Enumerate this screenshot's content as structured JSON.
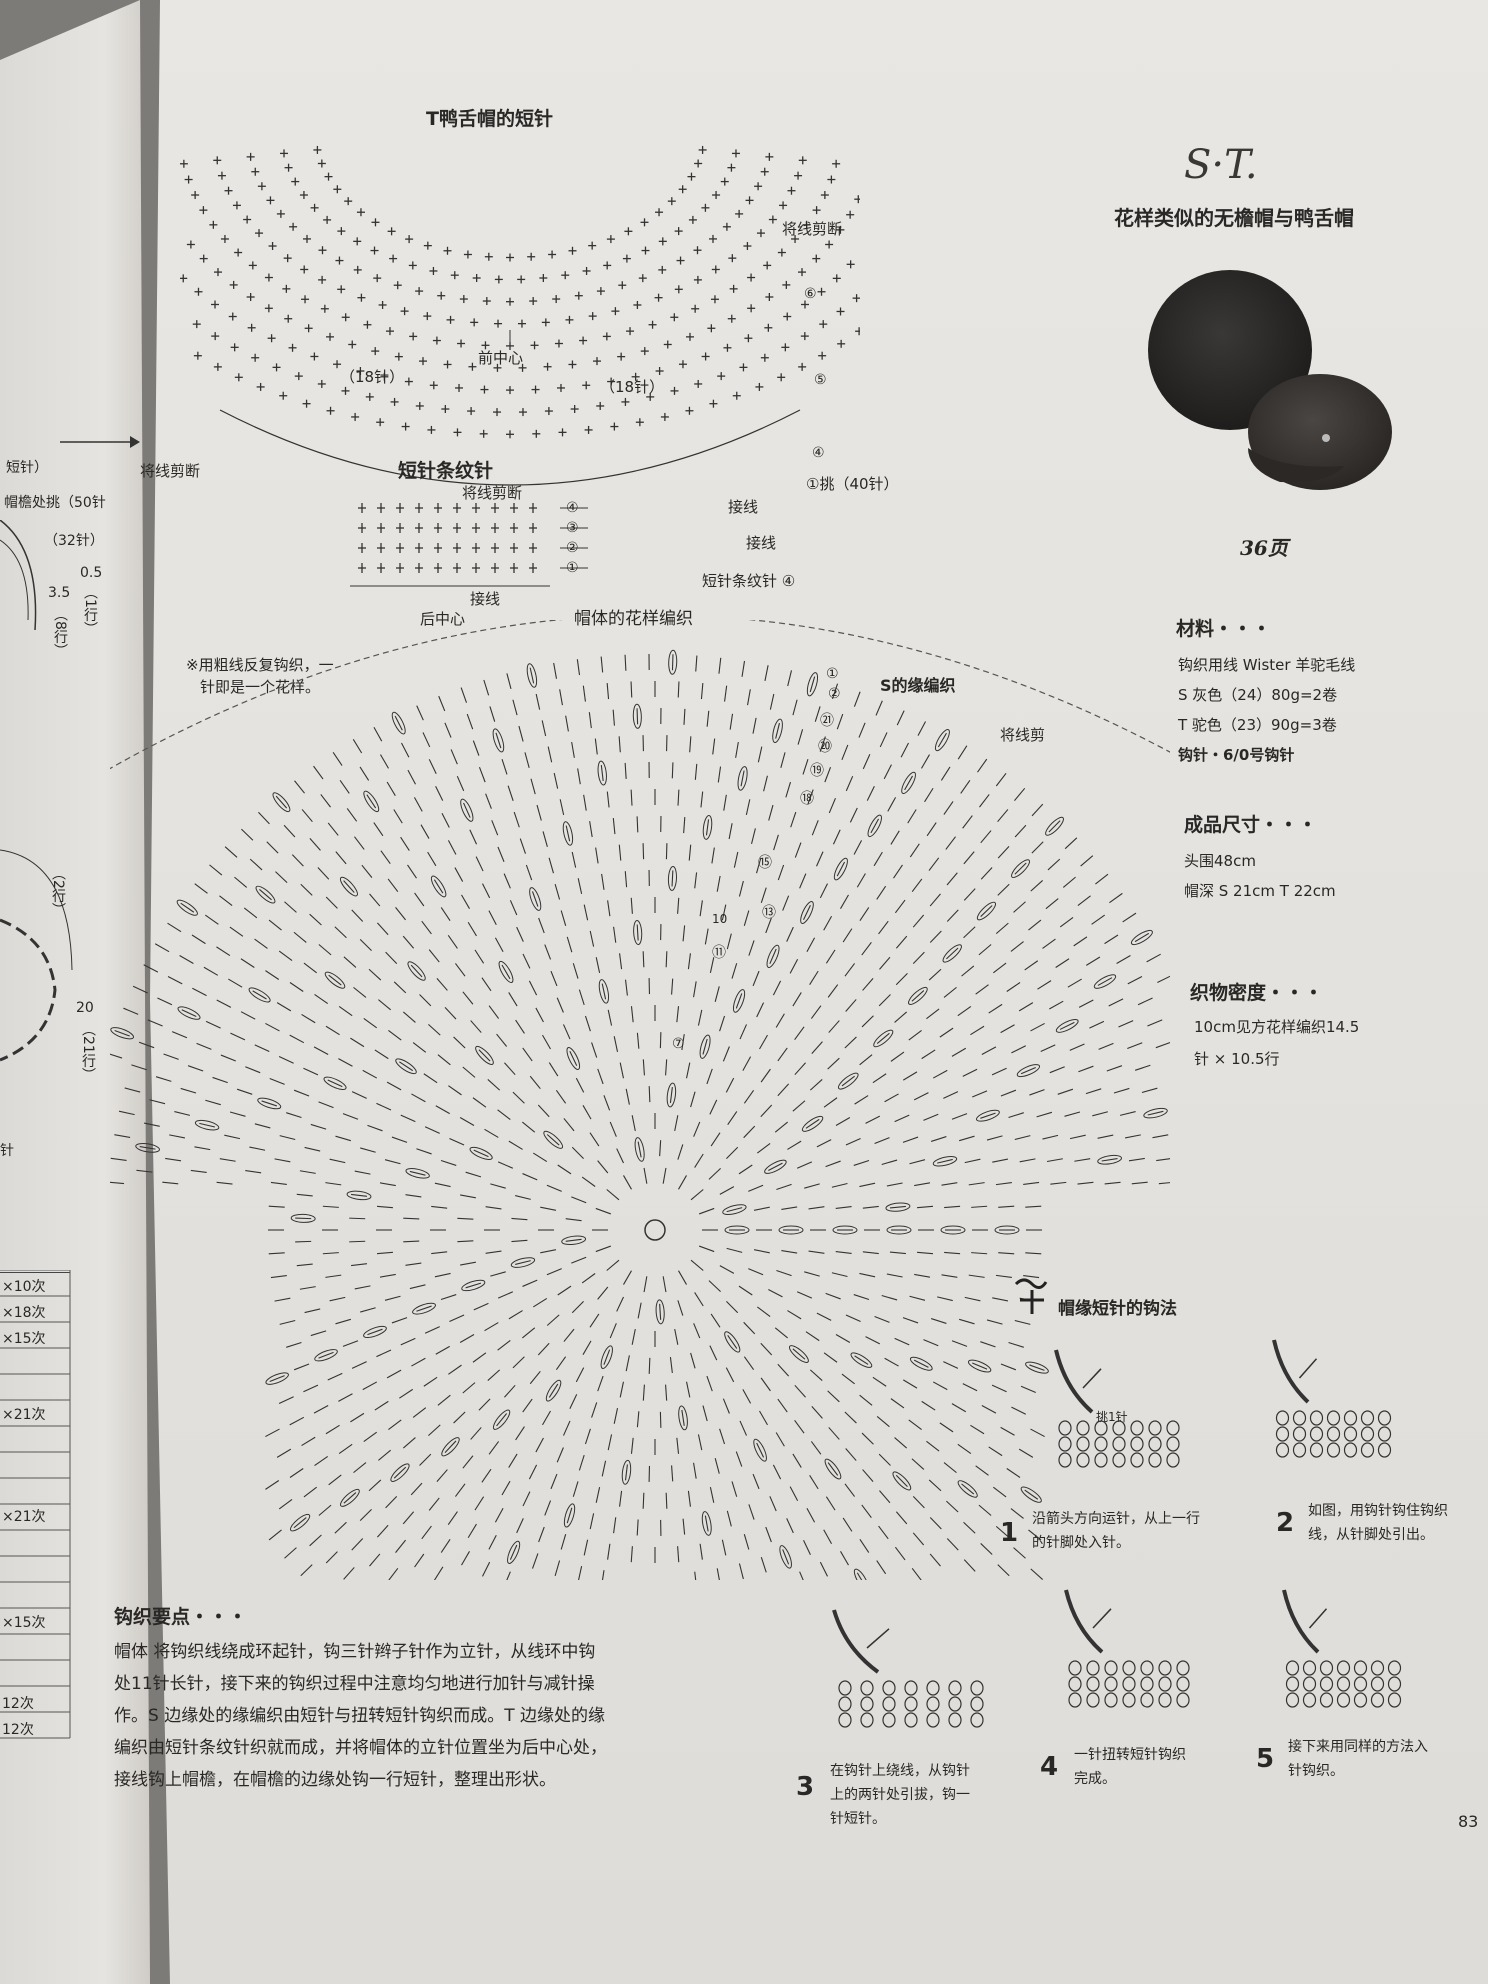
{
  "peak_diagram": {
    "title": "T鸭舌帽的短针",
    "cut_label_right": "将线剪断",
    "cut_label_left": "将线剪断",
    "front_center": "前中心",
    "count_left": "（18针）",
    "count_right": "（18针）",
    "pickup": "①挑（40针）",
    "join_1": "接线",
    "join_2": "接线",
    "stripe_ref": "短针条纹针 ④",
    "row_markers": [
      "⑥",
      "⑤",
      "④"
    ]
  },
  "stripe_diagram": {
    "title": "短针条纹针",
    "cut_label": "将线剪断",
    "join": "接线",
    "back_center": "后中心",
    "row_labels": [
      "④",
      "③",
      "②",
      "①"
    ]
  },
  "crown_diagram": {
    "title": "帽体的花样编织",
    "note_line1": "※用粗线反复钩织，一",
    "note_line2": "针即是一个花样。",
    "edge_label": "S的缘编织",
    "cut_label": "将线剪",
    "round_markers": [
      "①",
      "②",
      "㉑",
      "⑳",
      "⑲",
      "⑱",
      "⑮",
      "⑬",
      "⑪",
      "⑦"
    ],
    "ten_marker": "10"
  },
  "left_page": {
    "arrow_label": "短针）",
    "brim_label": "帽檐处挑（50针",
    "count_32": "（32针）",
    "dim_05": "0.5",
    "row_1": "（1行）",
    "dim_35": "3.5",
    "row_8": "（8行）",
    "row_2": "（2行）",
    "dim_20": "20",
    "row_21": "（21行）",
    "frag_zhen": "针",
    "table_rows": [
      "×10次",
      "×18次",
      "×15次",
      "",
      "×21次",
      "",
      "",
      "×21次",
      "",
      "",
      "×15次",
      "",
      "12次",
      "12次"
    ]
  },
  "header": {
    "logo": "S·T.",
    "subtitle": "花样类似的无檐帽与鸭舌帽",
    "page_ref": "36页"
  },
  "materials": {
    "heading": "材料・・・",
    "yarn": "钩织用线  Wister 羊驼毛线",
    "s_color": "S 灰色（24）80g=2卷",
    "t_color": "T 驼色（23）90g=3卷",
    "hook": "钩针・6/0号钩针"
  },
  "size": {
    "heading": "成品尺寸・・・",
    "head": "头围48cm",
    "depth": "帽深 S 21cm T 22cm"
  },
  "gauge": {
    "heading": "织物密度・・・",
    "line1": "10cm见方花样编织14.5",
    "line2": "针 × 10.5行"
  },
  "technique": {
    "title": "帽缘短针的钩法",
    "label_in_fig": "挑1针",
    "steps": [
      {
        "num": "1",
        "text1": "沿箭头方向运针，从上一行",
        "text2": "的针脚处入针。"
      },
      {
        "num": "2",
        "text1": "如图，用钩针钩住钩织",
        "text2": "线，从针脚处引出。"
      },
      {
        "num": "3",
        "text1": "在钩针上绕线，从钩针",
        "text2": "上的两针处引拔，钩一",
        "text3": "针短针。"
      },
      {
        "num": "4",
        "text1": "一针扭转短针钩织",
        "text2": "完成。"
      },
      {
        "num": "5",
        "text1": "接下来用同样的方法入",
        "text2": "针钩织。"
      }
    ]
  },
  "key_points": {
    "heading": "钩织要点・・・",
    "p1": "帽体  将钩织线绕成环起针，钩三针辫子针作为立针，从线环中钩",
    "p2": "处11针长针，接下来的钩织过程中注意均匀地进行加针与减针操",
    "p3": "作。S 边缘处的缘编织由短针与扭转短针钩织而成。T 边缘处的缘",
    "p4": "编织由短针条纹针织就而成，并将帽体的立针位置坐为后中心处，",
    "p5": "接线钩上帽檐，在帽檐的边缘处钩一行短针，整理出形状。"
  },
  "page_number": "83"
}
